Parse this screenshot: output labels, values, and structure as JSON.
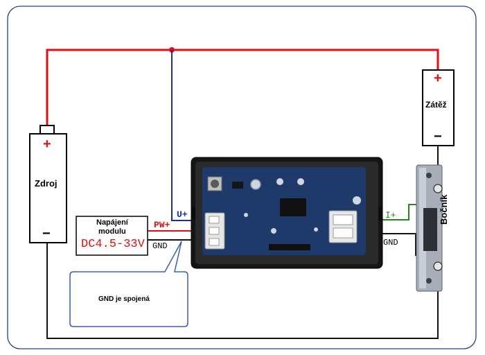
{
  "colors": {
    "frame": "#2a3e8c",
    "wire_positive": "#dd1111",
    "wire_voltage": "#1a2aa8",
    "wire_ground": "#111111",
    "wire_current": "#1f8a1f",
    "callout_border": "#3b5bb5",
    "pcb": "#1d3a6a",
    "housing": "#151515"
  },
  "labels": {
    "supply": "Zdroj",
    "supply_plus": "+",
    "supply_minus": "−",
    "load": "Zátěž",
    "load_plus": "+",
    "load_minus": "−",
    "shunt": "Bočník",
    "module_power_line1": "Napájení",
    "module_power_line2": "modulu",
    "module_voltage": "DC4.5-33V",
    "pin_voltage": "U+",
    "pin_power": "PW+",
    "pin_ground_left": "GND",
    "pin_current": "I+",
    "pin_ground_right": "GND",
    "callout": "GND je spojená"
  }
}
